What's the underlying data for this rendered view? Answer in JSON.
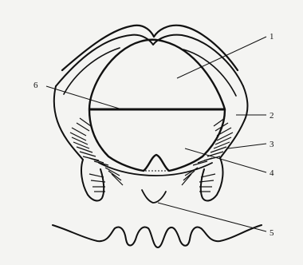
{
  "diagram": {
    "labels": [
      {
        "id": "1",
        "text": "1"
      },
      {
        "id": "2",
        "text": "2"
      },
      {
        "id": "3",
        "text": "3"
      },
      {
        "id": "4",
        "text": "4"
      },
      {
        "id": "5",
        "text": "5"
      },
      {
        "id": "6",
        "text": "6"
      }
    ],
    "colors": {
      "ink": "#111111",
      "paper": "#f4f4f2"
    }
  }
}
